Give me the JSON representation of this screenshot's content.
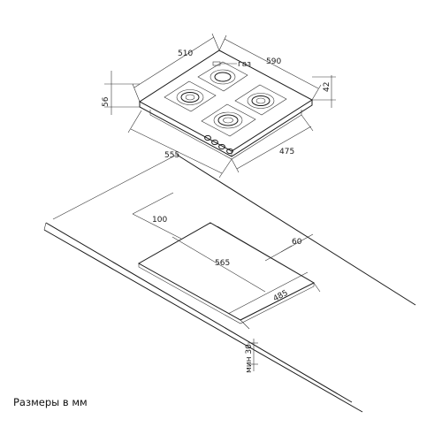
{
  "hob": {
    "dimensions": {
      "width_top": "510",
      "depth_top": "590",
      "height_right": "42",
      "height_left": "56",
      "width_bottom": "555",
      "depth_bottom": "475"
    },
    "gas_label": "газ"
  },
  "cutout": {
    "dimensions": {
      "back_offset": "100",
      "side_offset": "60",
      "width": "565",
      "depth": "485",
      "min_thickness": "мин 30"
    }
  },
  "caption": "Размеры в мм"
}
